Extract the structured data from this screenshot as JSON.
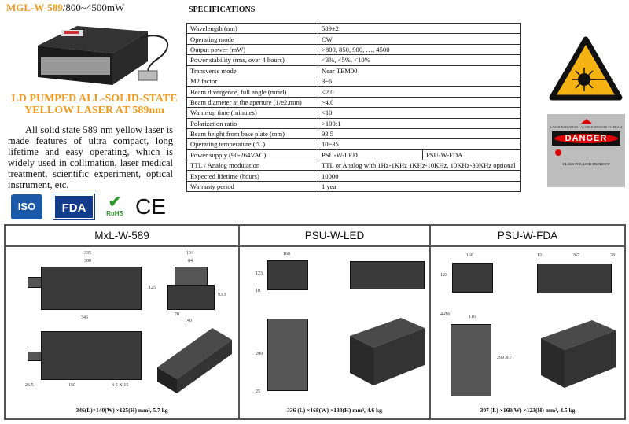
{
  "header": {
    "model": "MGL-W-589",
    "power_range": "/800~4500mW"
  },
  "headline": [
    "LD PUMPED ALL-SOLID-STATE",
    "YELLOW LASER AT 589nm"
  ],
  "description": "All solid state 589 nm yellow laser is made features of ultra compact, long lifetime and easy operating, which is widely used in collimation, laser medical treatment, scientific experiment, optical instrument, etc.",
  "certifications": [
    "ISO",
    "FDA",
    "RoHS",
    "CE"
  ],
  "specifications": {
    "title": "SPECIFICATIONS",
    "rows": [
      {
        "label": "Wavelength (nm)",
        "value": "589±2"
      },
      {
        "label": "Operating mode",
        "value": "CW"
      },
      {
        "label": "Output power (mW)",
        "value": ">800, 850, 900, …, 4500"
      },
      {
        "label": "Power stability (rms, over 4 hours)",
        "value": "<3%, <5%, <10%"
      },
      {
        "label": "Transverse mode",
        "value": "Near TEM00"
      },
      {
        "label": "M2 factor",
        "value": "3~6"
      },
      {
        "label": "Beam divergence, full angle (mrad)",
        "value": "<2.0"
      },
      {
        "label": "Beam diameter at the aperture (1/e2,mm)",
        "value": "~4.0"
      },
      {
        "label": "Warm-up time (minutes)",
        "value": "<10"
      },
      {
        "label": "Polarization ratio",
        "value": ">100:1"
      },
      {
        "label": "Beam height from base plate (mm)",
        "value": "93.5"
      },
      {
        "label": "Operating temperature (℃)",
        "value": "10~35"
      },
      {
        "label": "Power supply (90-264VAC)",
        "value": "PSU-W-LED",
        "value2": "PSU-W-FDA"
      },
      {
        "label": "TTL / Analog modulation",
        "value": "TTL or Analog with 1Hz-1KHz 1KHz-10KHz, 10KHz-30KHz optional"
      },
      {
        "label": "Expected lifetime (hours)",
        "value": "10000"
      },
      {
        "label": "Warranty period",
        "value": "1 year"
      }
    ]
  },
  "danger_label": {
    "top": "LASER RADIATION - AVOID EXPOSURE TO BEAM",
    "word": "DANGER",
    "class": "CLASS IV LASER PRODUCT"
  },
  "drawings": [
    {
      "title": "MxL-W-589",
      "caption": "346(L)×140(W) ×125(H) mm³, 5.7 kg",
      "dims": [
        "335",
        "300",
        "346",
        "125",
        "104",
        "84",
        "93.5",
        "70",
        "140",
        "150",
        "26.5",
        "4-5 X 15"
      ]
    },
    {
      "title": "PSU-W-LED",
      "caption": "336 (L) ×168(W) ×133(H) mm³, 4.6 kg",
      "dims": [
        "168",
        "123",
        "10",
        "299",
        "25"
      ]
    },
    {
      "title": "PSU-W-FDA",
      "caption": "307 (L) ×168(W) ×123(H) mm³, 4.5 kg",
      "dims": [
        "168",
        "123",
        "12",
        "267",
        "28",
        "4-Φ6",
        "116",
        "299",
        "307"
      ]
    }
  ]
}
